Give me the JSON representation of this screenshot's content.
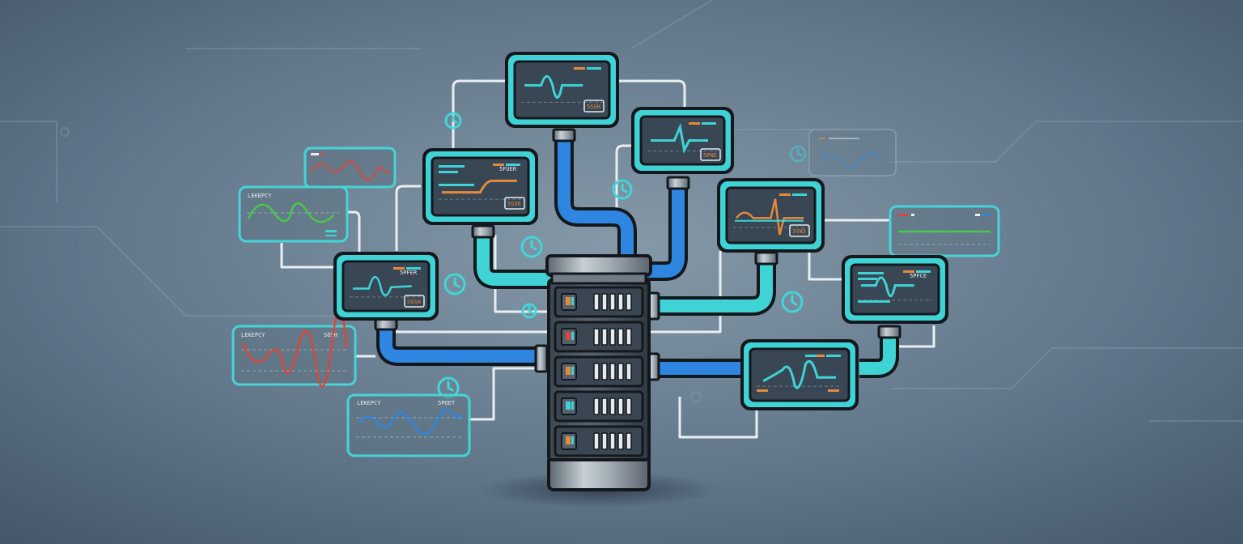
{
  "colors": {
    "bg_center": "#7f95a4",
    "bg_edge": "#47586b",
    "cyan": "#3fd3d6",
    "cyan_dark": "#26a9b6",
    "blue_pipe": "#2f86e0",
    "panel_screen": "#394755",
    "outline": "#14181d",
    "orange": "#e48a3a",
    "green": "#49c94a",
    "red": "#d9473b",
    "server_metal": "#9aa6b0"
  },
  "icons": [
    "clock-icon",
    "server-stack-icon",
    "heartbeat-wave-icon"
  ],
  "monitors": {
    "top": {
      "badge": "5SUH"
    },
    "upper_left": {
      "label": "5FUER",
      "badge": "5SUE"
    },
    "mid_left": {
      "label": "5PFER",
      "badge": "SOSH"
    },
    "upper_right": {
      "badge": "5PNE"
    },
    "mid_right": {
      "badge": "3YN3"
    },
    "right": {
      "label": "5PFCE"
    }
  },
  "ghost_panels": {
    "left_latency": {
      "label": "LEKEPCY"
    },
    "left_red": {
      "label": "LEKEPCY",
      "tag": "SOSH"
    },
    "bottom_left": {
      "label": "LEKEPCY",
      "tag": "5POET"
    }
  }
}
